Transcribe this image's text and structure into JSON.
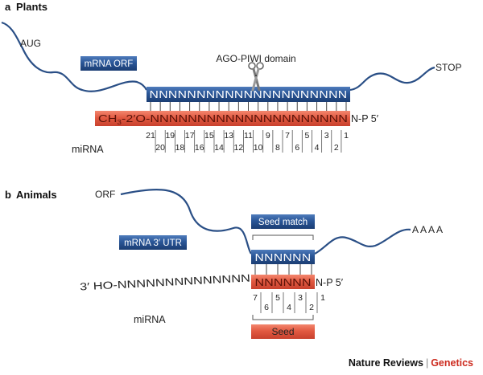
{
  "panel_a": {
    "letter": "a",
    "title": "Plants",
    "aug_label": "AUG",
    "orf_box_label": "mRNA ORF",
    "domain_label": "AGO-PIWI domain",
    "stop_label": "STOP",
    "mrna_sequence": "NNNNNNNNNNNNNNNNNNNNN",
    "mirna_sequence_prefix": "CH",
    "mirna_sequence_sub": "3",
    "mirna_sequence_main": "-2′O-NNNNNNNNNNNNNNNNNNNNN",
    "mirna_end": "N-P 5′",
    "mirna_label": "miRNA",
    "odd_positions": [
      "21",
      "19",
      "17",
      "15",
      "13",
      "11",
      "9",
      "7",
      "5",
      "3",
      "1"
    ],
    "even_positions": [
      "20",
      "18",
      "16",
      "14",
      "12",
      "10",
      "8",
      "6",
      "4",
      "2"
    ]
  },
  "panel_b": {
    "letter": "b",
    "title": "Animals",
    "orf_label": "ORF",
    "utr_box_label": "mRNA 3′ UTR",
    "seed_match_label": "Seed match",
    "polya_label": "AAAA",
    "mrna_sequence": "NNNNNN",
    "mirna_tail": "3′ HO-NNNNNNNNNNNNNN",
    "mirna_seed": "NNNNNN",
    "mirna_end": "N-P 5′",
    "mirna_label": "miRNA",
    "odd_positions": [
      "7",
      "5",
      "3",
      "1"
    ],
    "even_positions": [
      "6",
      "4",
      "2"
    ],
    "seed_label": "Seed"
  },
  "footer": {
    "journal": "Nature Reviews",
    "separator": "|",
    "section": "Genetics"
  },
  "colors": {
    "mrna_blue": "#24508f",
    "mirna_red": "#e2553f",
    "line": "#2a4f86"
  }
}
